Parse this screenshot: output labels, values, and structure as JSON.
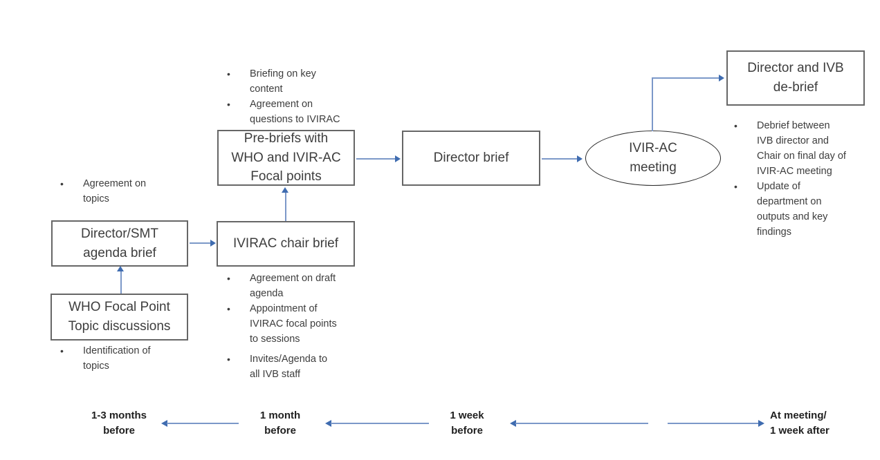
{
  "colors": {
    "connector_line": "#7b98c8",
    "connector_arrowhead": "#3f6cb0",
    "box_border": "#666666",
    "ellipse_border": "#262626",
    "body_text": "#3d3d3d",
    "timeline_text": "#1f1f1f",
    "background": "#ffffff"
  },
  "nodes": {
    "who_focal_point": {
      "label": "WHO Focal Point\nTopic discussions"
    },
    "director_smt": {
      "label": "Director/SMT\nagenda brief"
    },
    "ivirac_chair": {
      "label": "IVIRAC chair brief"
    },
    "pre_briefs": {
      "label": "Pre-briefs with\nWHO and IVIR-AC\nFocal points"
    },
    "director_brief": {
      "label": "Director brief"
    },
    "ivirac_meeting": {
      "label": "IVIR-AC\nmeeting"
    },
    "director_ivb_debrief": {
      "label": "Director and IVB\nde-brief"
    }
  },
  "notes": {
    "topics_agreement": [
      "Agreement on\ntopics"
    ],
    "topics_identification": [
      "Identification of\ntopics"
    ],
    "pre_brief_notes": [
      "Briefing on key\ncontent",
      "Agreement on\nquestions to IVIRAC"
    ],
    "chair_brief_notes": [
      "Agreement on draft\nagenda",
      "Appointment of\nIVIRAC focal points\nto sessions",
      "Invites/Agenda to\nall IVB staff"
    ],
    "debrief_notes": [
      "Debrief between\nIVB director and\nChair on final day of\nIVIR-AC meeting",
      "Update of\ndepartment on\noutputs and key\nfindings"
    ]
  },
  "timeline": {
    "labels": [
      "1-3 months\nbefore",
      "1 month\nbefore",
      "1 week\nbefore",
      "At meeting/\n1 week after"
    ]
  }
}
